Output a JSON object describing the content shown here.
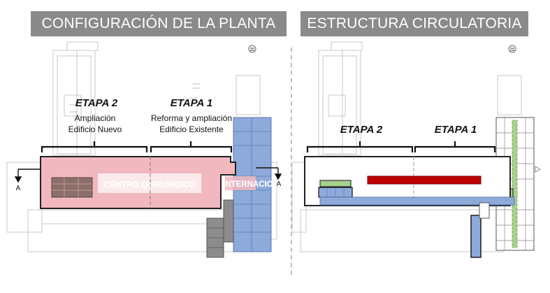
{
  "left_panel": {
    "title": "CONFIGURACIÓN DE LA PLANTA",
    "stage2": {
      "label": "ETAPA 2",
      "line1": "Ampliación",
      "line2": "Edificio Nuevo"
    },
    "stage1": {
      "label": "ETAPA 1",
      "line1": "Reforma y ampliación",
      "line2": "Edificio Existente"
    },
    "zone_surgery": "CENTRO QUIRURGICO",
    "zone_internment": "INTERNACION",
    "section_mark_left": "A",
    "section_mark_right": "A"
  },
  "right_panel": {
    "title": "ESTRUCTURA CIRCULATORIA",
    "stage2": {
      "label": "ETAPA 2"
    },
    "stage1": {
      "label": "ETAPA 1"
    }
  },
  "colors": {
    "banner": "#8a8a8a",
    "surgery_pink": "#f2b8bf",
    "internment_blue": "#8eaadb",
    "circulation_red": "#c00000",
    "circulation_blue": "#8eaadb",
    "circulation_green": "#a9d18e",
    "service_gray": "#8c8c8c"
  },
  "icons": [
    "north-arrow-icon",
    "section-arrow-icon"
  ]
}
